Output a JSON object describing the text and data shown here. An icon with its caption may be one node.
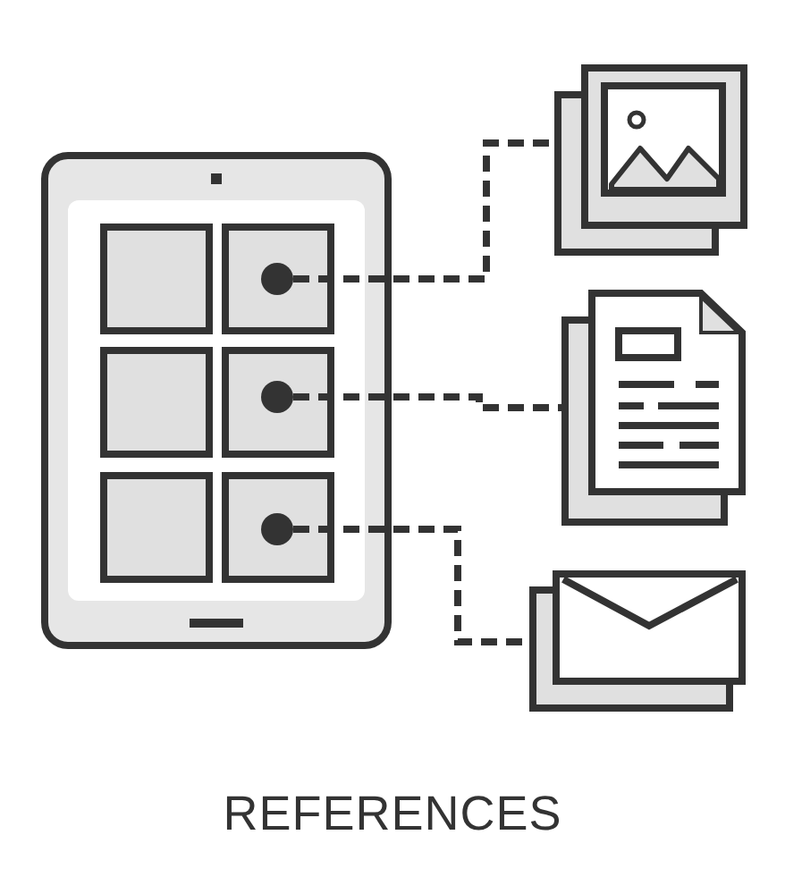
{
  "diagram": {
    "title": "REFERENCES",
    "nodes": [
      {
        "text": [],
        "shape": "circle"
      },
      {
        "text": [],
        "shape": "circle"
      },
      {
        "text": [],
        "shape": "circle"
      },
      {
        "text": [],
        "shape": "picture"
      },
      {
        "text": [],
        "shape": "picture"
      },
      {
        "text": [],
        "shape": "envelope"
      }
    ],
    "edges": [
      {
        "from": 0,
        "to": 3,
        "arrow": "none",
        "style": "dashed"
      },
      {
        "from": 1,
        "to": 4,
        "arrow": "none",
        "style": "dashed"
      },
      {
        "from": 2,
        "to": 5,
        "arrow": "none",
        "style": "dashed"
      }
    ]
  }
}
